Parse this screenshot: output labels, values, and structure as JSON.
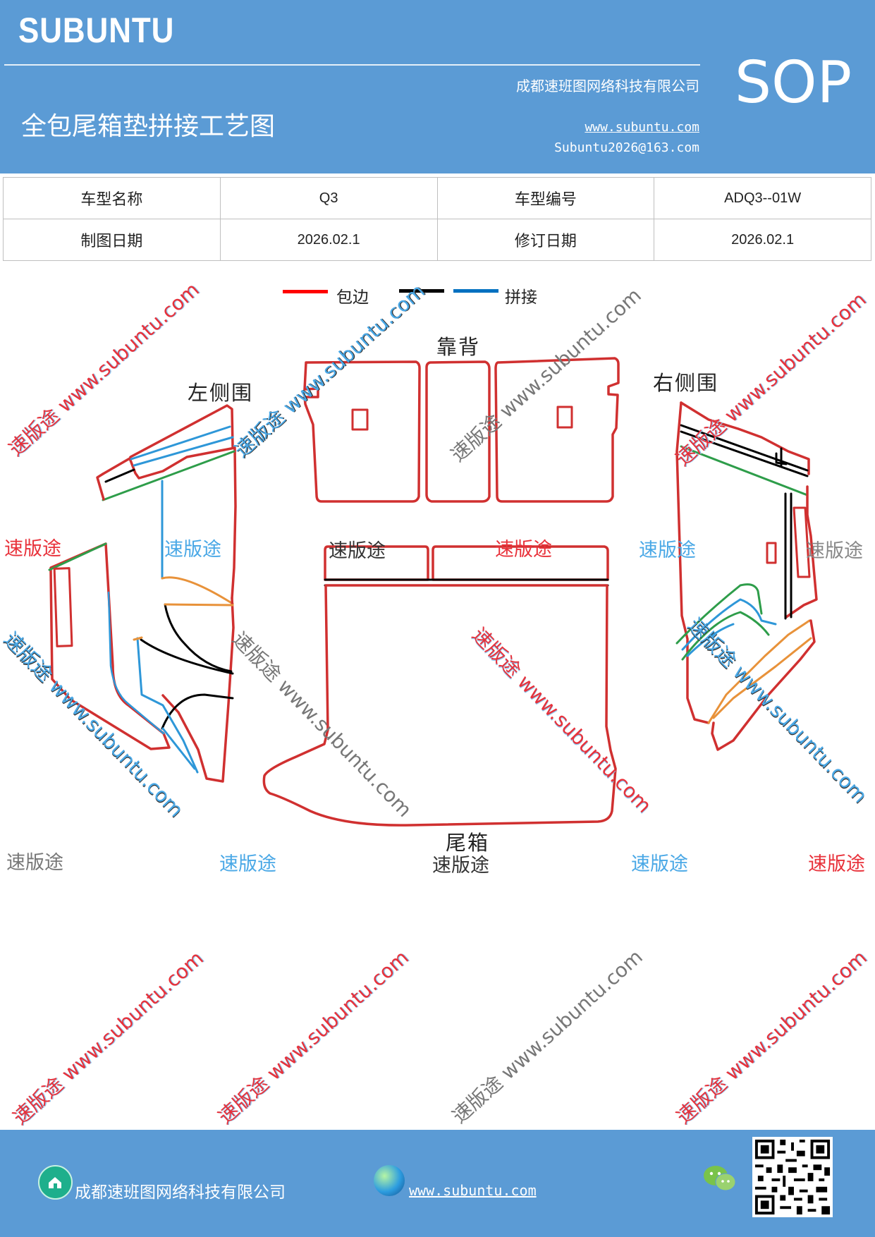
{
  "header": {
    "brand": "SUBUNTU",
    "company": "成都速班图网络科技有限公司",
    "title": "全包尾箱垫拼接工艺图",
    "website": "www.subuntu.com",
    "email": "Subuntu2026@163.com",
    "badge": "SOP"
  },
  "info_table": {
    "row1": [
      "车型名称",
      "Q3",
      "车型编号",
      "ADQ3--01W"
    ],
    "row2": [
      "制图日期",
      "2026.02.1",
      "修订日期",
      "2026.02.1"
    ]
  },
  "legend": {
    "wrap_label": "包边",
    "join_label": "拼接",
    "colors": {
      "wrap": "#ff0000",
      "black": "#000000",
      "join": "#0070c0"
    }
  },
  "parts": {
    "backrest": "靠背",
    "left_side": "左侧围",
    "right_side": "右侧围",
    "trunk": "尾箱"
  },
  "watermarks": {
    "cn": "速版途",
    "diag": "速版途 www.subuntu.com"
  },
  "colors": {
    "header_bg": "#5b9bd5",
    "outline_red": "#d03030",
    "seam_blue": "#2e97d8",
    "seam_green": "#2e9d4a",
    "seam_orange": "#e8923a"
  },
  "footer": {
    "company": "成都速班图网络科技有限公司",
    "website": "www.subuntu.com",
    "icons": [
      "home-icon",
      "globe-icon",
      "wechat-icon",
      "qr-code"
    ]
  }
}
